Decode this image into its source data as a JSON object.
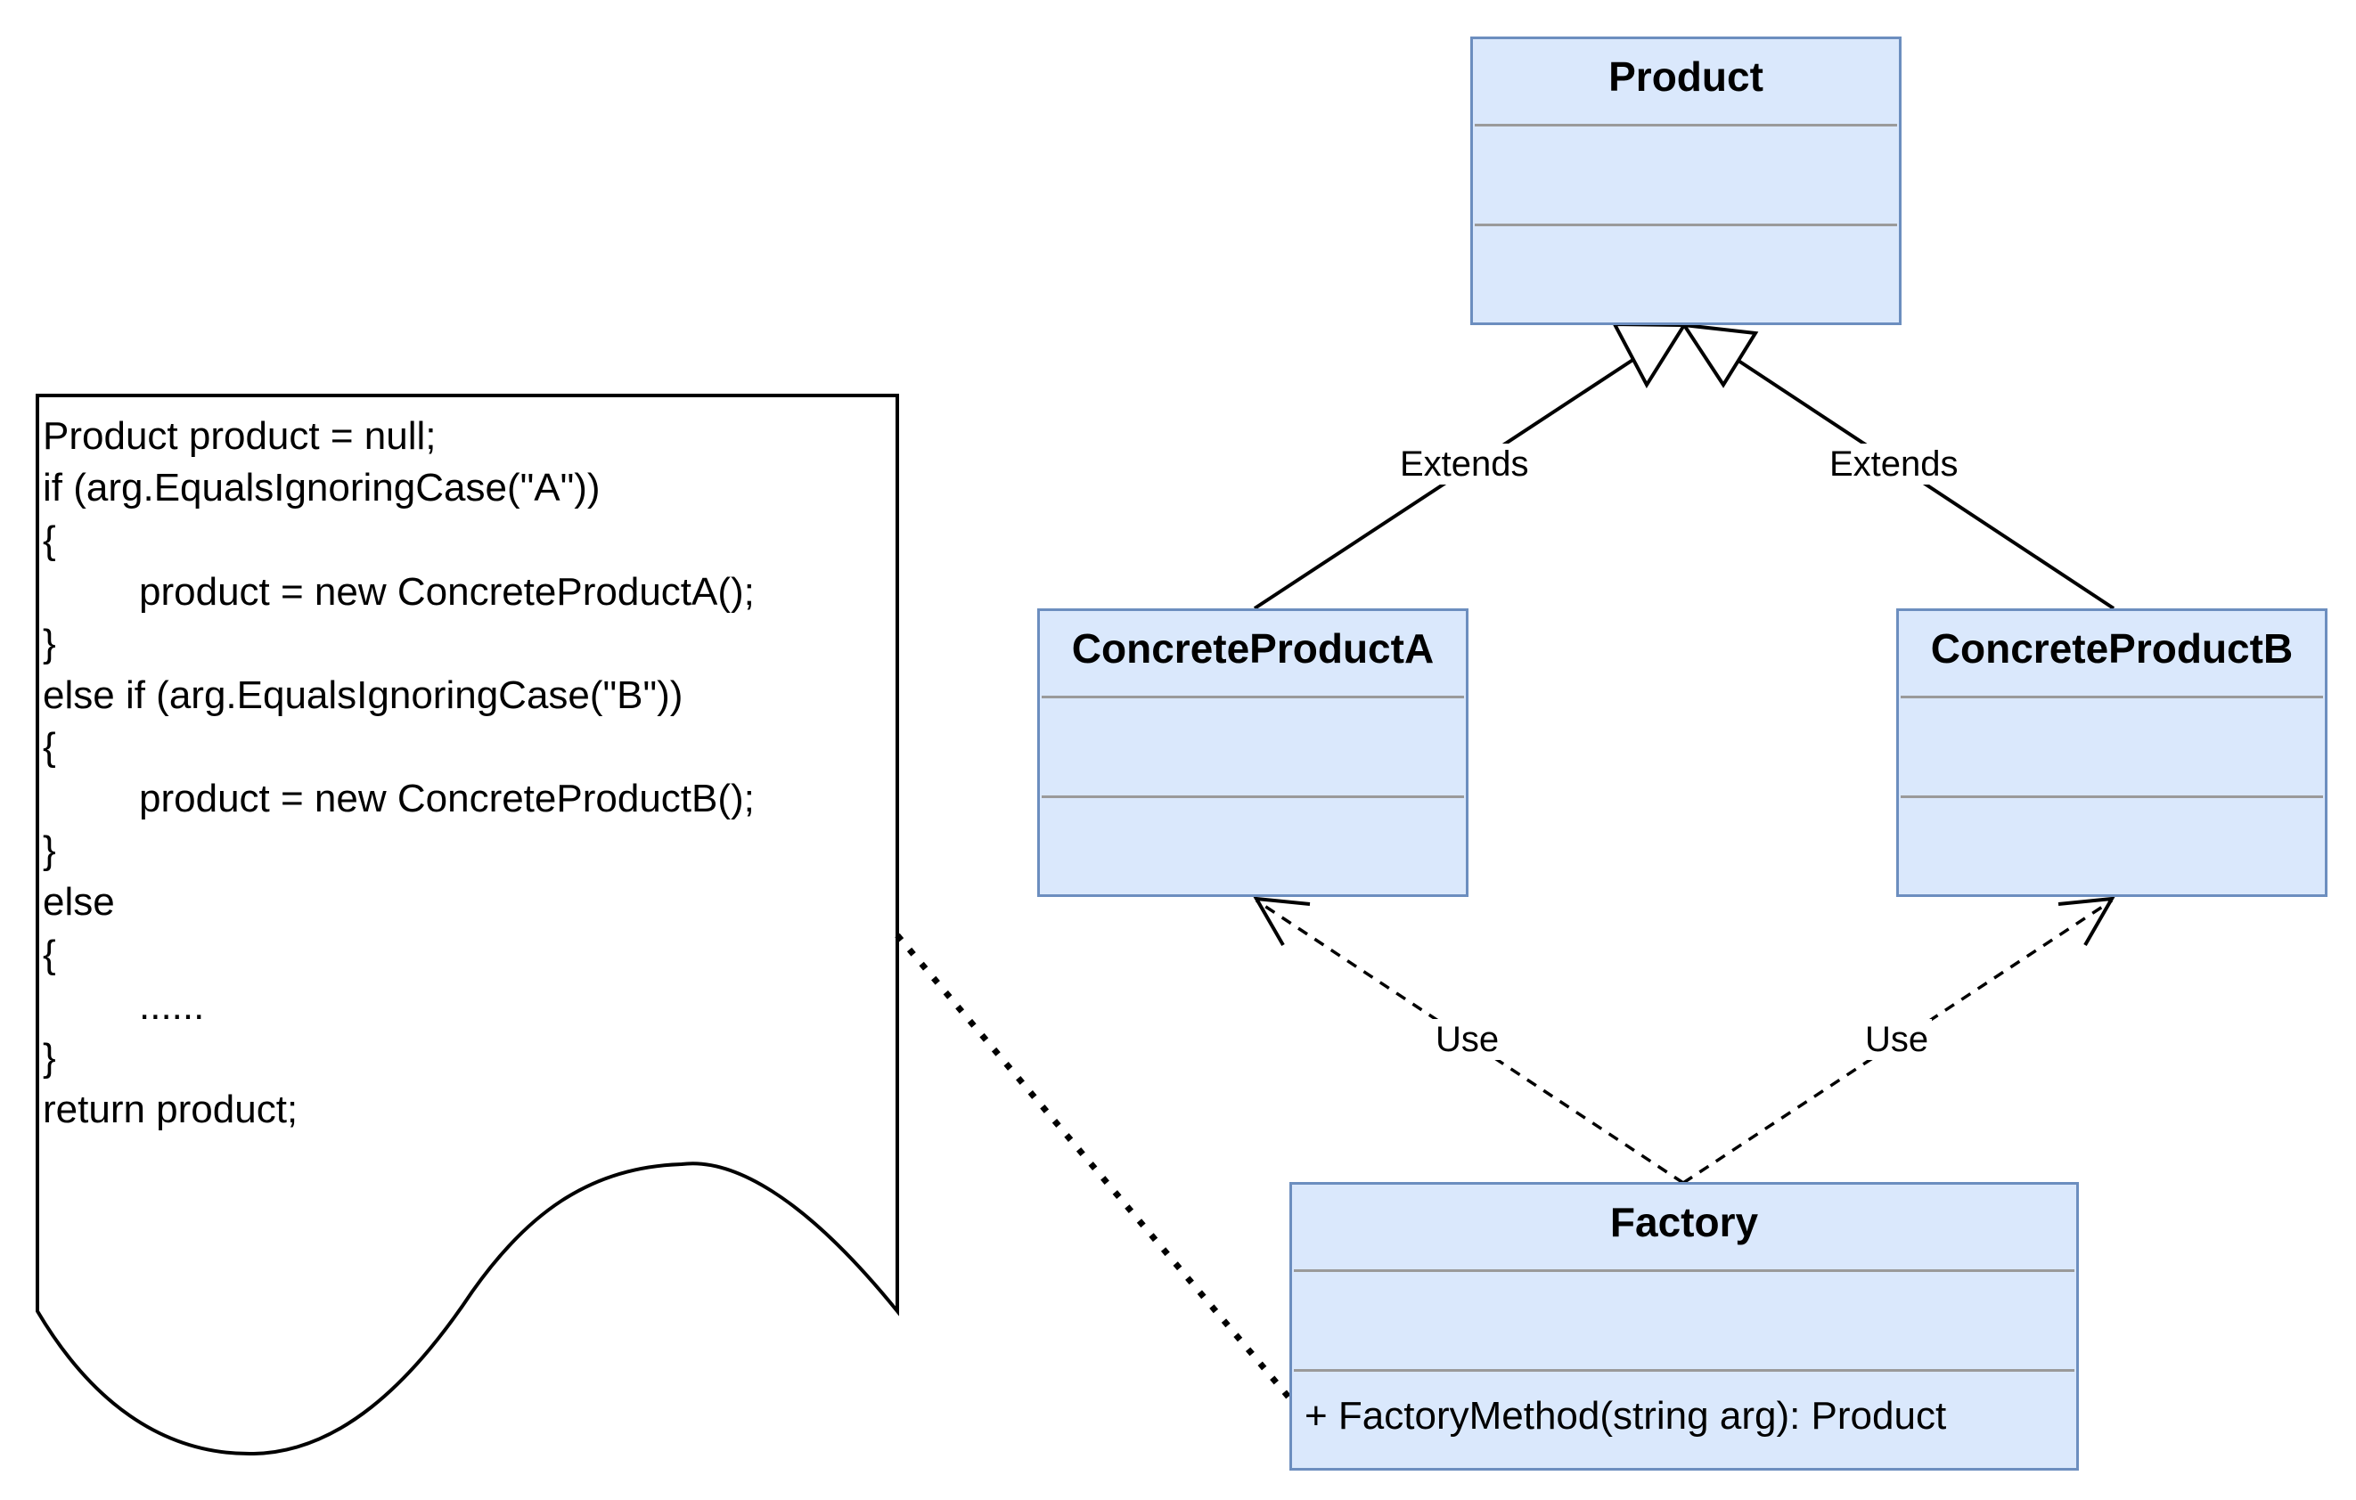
{
  "classes": {
    "product": {
      "name": "Product"
    },
    "concrete_a": {
      "name": "ConcreteProductA"
    },
    "concrete_b": {
      "name": "ConcreteProductB"
    },
    "factory": {
      "name": "Factory",
      "method": "+ FactoryMethod(string arg): Product"
    }
  },
  "edges": {
    "extends_a": "Extends",
    "extends_b": "Extends",
    "use_a": "Use",
    "use_b": "Use"
  },
  "note": {
    "lines": [
      "Product product = null;",
      "if (arg.EqualsIgnoringCase(\"A\"))",
      "{",
      "product = new ConcreteProductA();",
      "}",
      "else if (arg.EqualsIgnoringCase(\"B\"))",
      "{",
      "product = new ConcreteProductB();",
      "}",
      "else",
      "{",
      "......",
      "}",
      "return product;"
    ]
  },
  "colors": {
    "class_fill": "#dae8fc",
    "class_stroke": "#6c8ebf",
    "separator": "#9a9a9a",
    "edge": "#000000"
  }
}
